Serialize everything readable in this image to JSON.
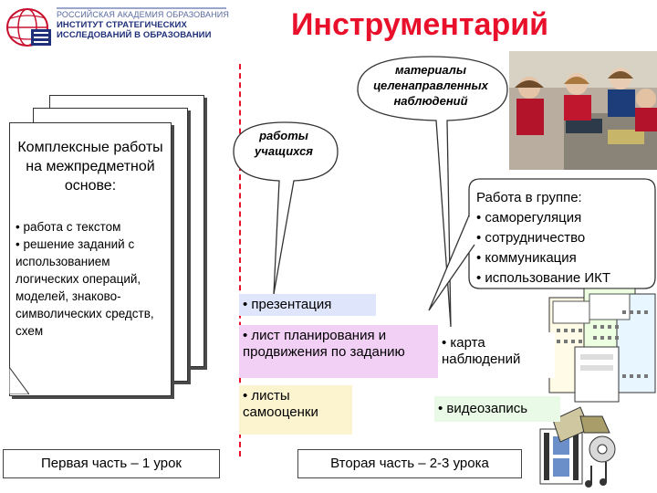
{
  "logo": {
    "line1": "РОССИЙСКАЯ АКАДЕМИЯ ОБРАЗОВАНИЯ",
    "line2": "ИНСТИТУТ СТРАТЕГИЧЕСКИХ",
    "line3": "ИССЛЕДОВАНИЙ В ОБРАЗОВАНИИ"
  },
  "title": "Инструментарий",
  "left_card": {
    "heading": "Комплексные работы на межпредметной основе:",
    "items": [
      "• работа с текстом",
      "• решение заданий с использованием логических операций, моделей, знаково-символических средств, схем"
    ]
  },
  "part1": "Первая часть – 1 урок",
  "part2": "Вторая часть – 2-3 урока",
  "bubbles": {
    "materials": "материалы целенаправленных наблюдений",
    "student_work": "работы учащихся"
  },
  "group_work": {
    "heading": "Работа в группе:",
    "items": [
      "• саморегуляция",
      "• сотрудничество",
      "• коммуникация",
      "• использование ИКТ"
    ]
  },
  "tools": {
    "presentation": "• презентация",
    "planning_sheet": "• лист планирования и продвижения по заданию",
    "observation_card": "• карта наблюдений",
    "self_assessment": "• листы самооценки",
    "video": "• видеозапись"
  },
  "colors": {
    "title": "#e8102a",
    "divider": "#e8102a",
    "presentation_bg": "#dfe6fb",
    "planning_bg": "#f2cff5",
    "self_assessment_bg": "#fbf4cf",
    "video_bg": "#e9fbe6"
  }
}
